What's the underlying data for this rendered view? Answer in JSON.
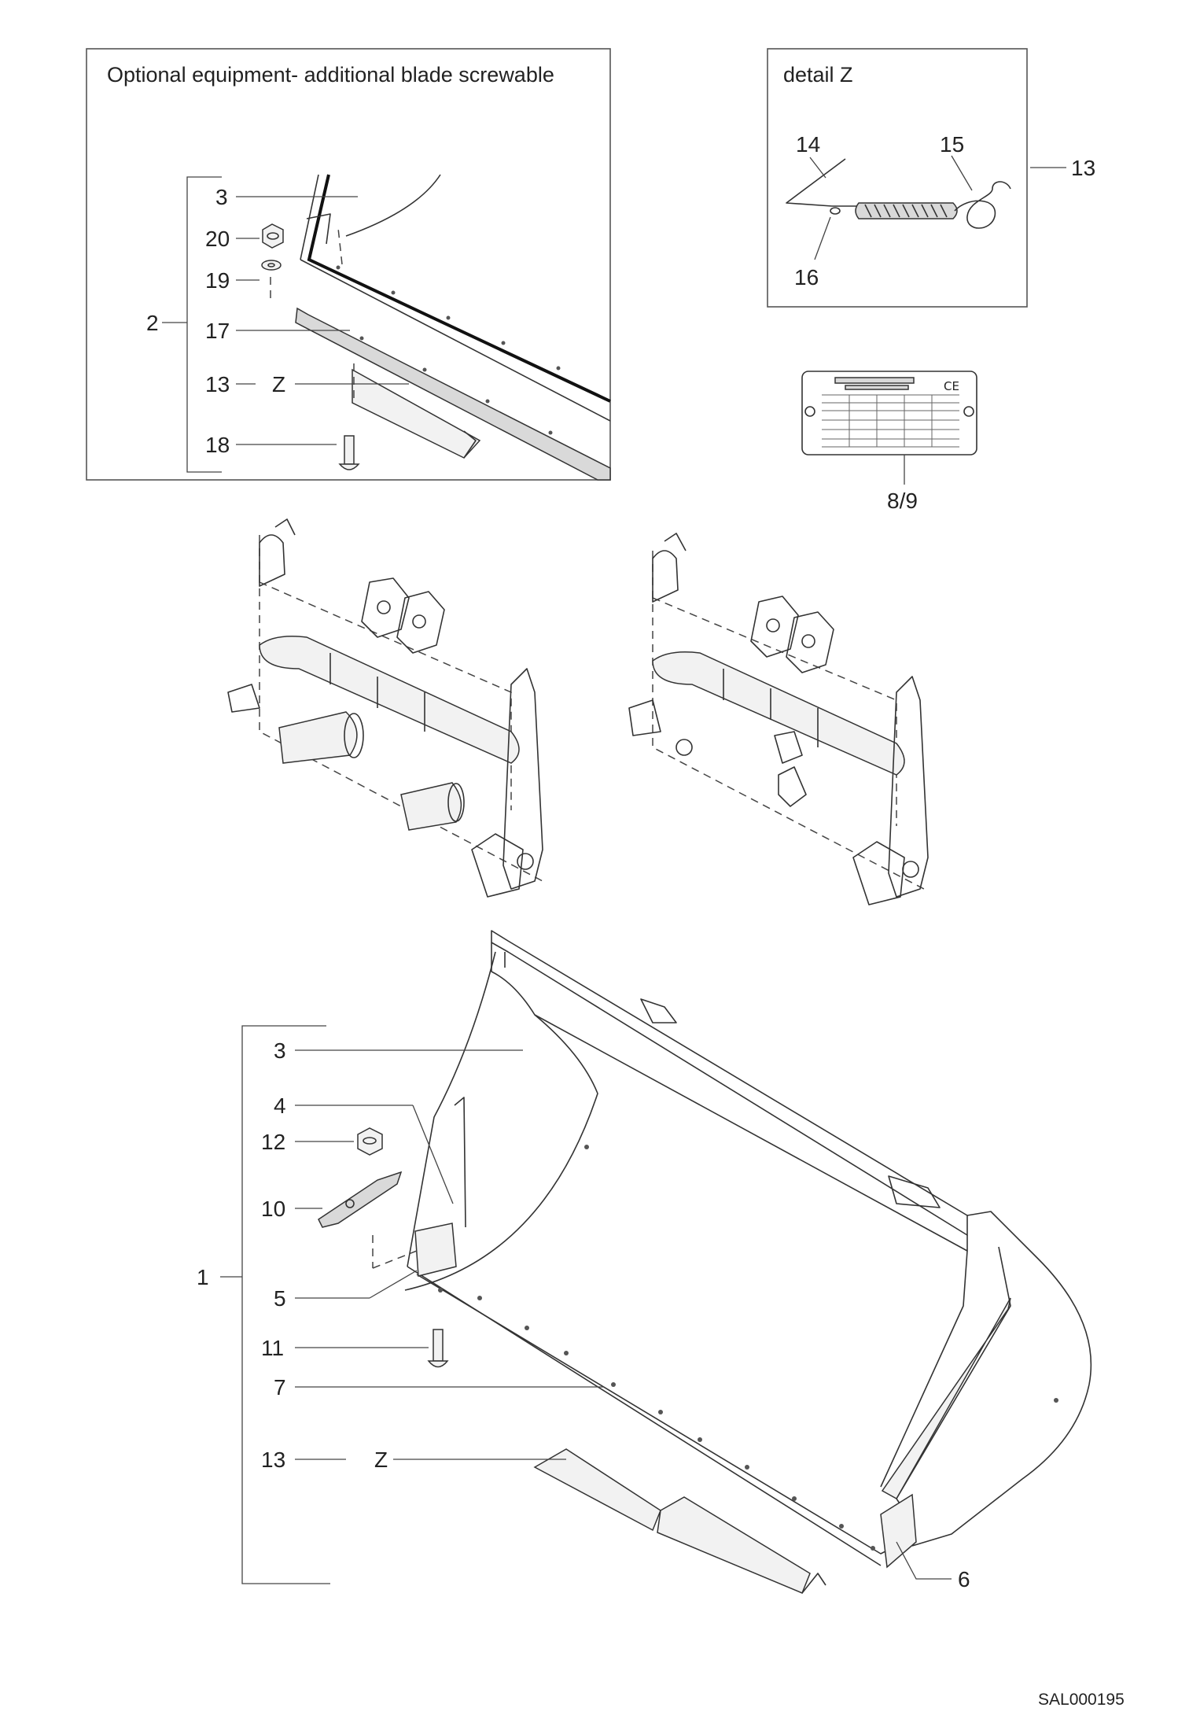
{
  "optional_panel": {
    "title": "Optional equipment- additional blade screwable",
    "labels": {
      "group": "2",
      "item_3": "3",
      "item_20": "20",
      "item_19": "19",
      "item_17": "17",
      "item_13": "13",
      "item_z": "Z",
      "item_18": "18"
    }
  },
  "detail_panel": {
    "title": "detail Z",
    "labels": {
      "item_14": "14",
      "item_15": "15",
      "item_16": "16",
      "item_13": "13"
    }
  },
  "nameplate": {
    "label": "8/9"
  },
  "bucket": {
    "labels": {
      "group": "1",
      "item_3": "3",
      "item_4": "4",
      "item_12": "12",
      "item_10": "10",
      "item_5": "5",
      "item_11": "11",
      "item_7": "7",
      "item_13": "13",
      "item_z": "Z",
      "item_6": "6"
    }
  },
  "document_code": "SAL000195"
}
